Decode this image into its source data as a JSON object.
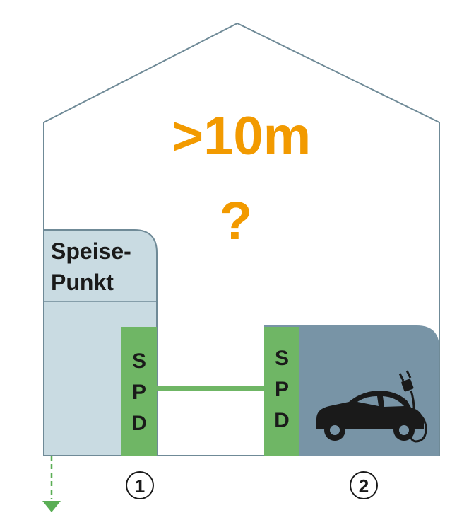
{
  "heading": {
    "distance": ">10m",
    "question": "?"
  },
  "feed_point": {
    "label_line1": "Speise-",
    "label_line2": "Punkt"
  },
  "spd_left": {
    "letters": [
      "S",
      "P",
      "D"
    ]
  },
  "spd_right": {
    "letters": [
      "S",
      "P",
      "D"
    ]
  },
  "markers": {
    "one": "1",
    "two": "2"
  },
  "colors": {
    "accent": "#F29A00",
    "house_outline": "#6F8A97",
    "feed_box": "#C9DBE2",
    "garage_box": "#7894A6",
    "spd": "#6FB665",
    "connection": "#6FB665",
    "ground": "#5AAE55",
    "car": "#1A1A1A"
  },
  "icons": {
    "car": "ev-car-icon",
    "plug": "plug-icon",
    "ground": "ground-arrow-icon"
  }
}
